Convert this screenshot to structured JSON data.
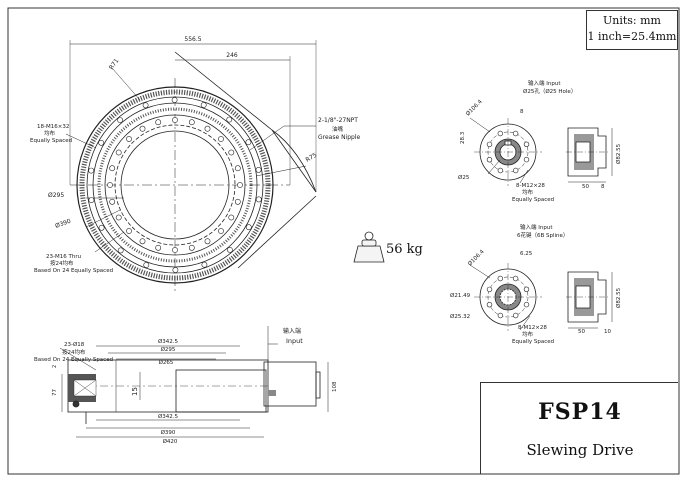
{
  "units": {
    "line1": "Units:  mm",
    "line2": "1 inch=25.4mm"
  },
  "title_block": {
    "model": "FSP14",
    "description": "Slewing Drive"
  },
  "weight": {
    "label": "56 kg"
  },
  "top_view": {
    "dim_overall": "556.5",
    "dim_offset": "246",
    "dim_diag_r": "R71",
    "dim_r75": "R75",
    "dim_295": "Ø295",
    "dim_390": "Ø390",
    "grease_thread": "2-1/8\"-27NPT",
    "grease_cn": "油嘴",
    "grease_en": "Grease Nipple",
    "holes_outer_1": "18-M16×32",
    "holes_outer_2": "均布",
    "holes_outer_3": "Equally Spaced",
    "holes_inner_1": "23-M16 Thru",
    "holes_inner_2": "按24均布",
    "holes_inner_3": "Based On 24 Equally Spaced"
  },
  "section_view": {
    "holes_1": "23-Ø18",
    "holes_2": "按24均布",
    "holes_3": "Based On 24 Equally Spaced",
    "input_cn": "输入端",
    "input_en": "Input",
    "dim_342_top": "Ø342.5",
    "dim_295": "Ø295",
    "dim_265": "Ø265",
    "dim_342_bot": "Ø342.5",
    "dim_390": "Ø390",
    "dim_420": "Ø420",
    "dim_h77": "77",
    "dim_h108": "108",
    "dim_h15": "15",
    "dim_h2": "2"
  },
  "input_a": {
    "head_cn": "输入端  Input",
    "head_en": "Ø25孔（Ø25 Hole）",
    "pcd": "Ø106.4",
    "key_w": "8",
    "key_h": "28.3",
    "bore": "Ø25",
    "bolts_1": "8-M12×28",
    "bolts_2": "均布",
    "bolts_3": "Equally Spaced",
    "side_dia": "Ø82.55",
    "side_len": "50",
    "side_step": "8"
  },
  "input_b": {
    "head_cn": "输入端  Input",
    "head_en": "6花键（6B Spline）",
    "pcd": "Ø106.4",
    "key": "6.25",
    "spline_1": "Ø21.49",
    "spline_2": "Ø25.32",
    "bolts_1": "8-M12×28",
    "bolts_2": "均布",
    "bolts_3": "Equally Spaced",
    "side_dia": "Ø82.55",
    "side_len": "50",
    "side_step": "10"
  }
}
